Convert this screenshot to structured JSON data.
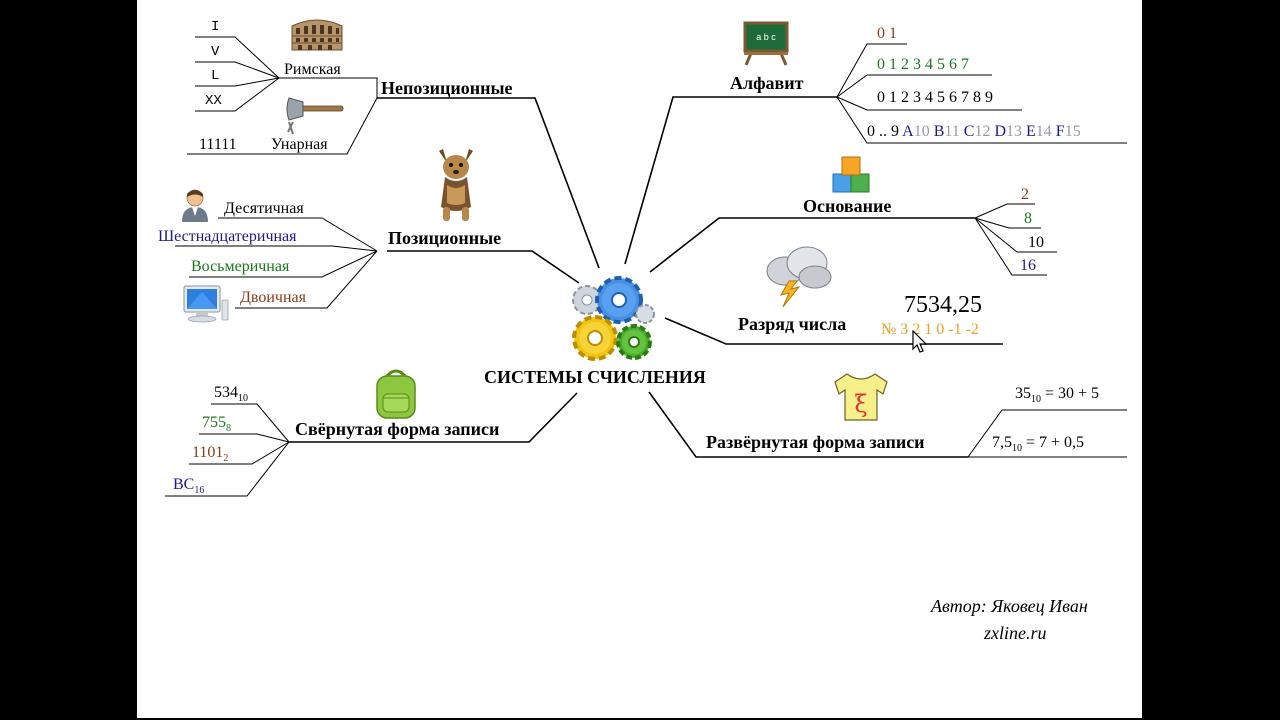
{
  "center": {
    "title": "СИСТЕМЫ СЧИСЛЕНИЯ",
    "icon": "gears-icon"
  },
  "nonpositional": {
    "label": "Непозиционные",
    "roman": {
      "label": "Римская",
      "items": [
        "I",
        "V",
        "L",
        "XX"
      ],
      "icon": "colosseum-icon"
    },
    "unary": {
      "label": "Унарная",
      "value": "11111",
      "icon": "axe-icon"
    }
  },
  "positional": {
    "label": "Позиционные",
    "icon": "dog-icon",
    "items": [
      {
        "label": "Десятичная",
        "color": "#000000",
        "icon": "user-icon"
      },
      {
        "label": "Шестнадцатеричная",
        "color": "#1a1a8c"
      },
      {
        "label": "Восьмеричная",
        "color": "#1a7a1a"
      },
      {
        "label": "Двоичная",
        "color": "#8b3a1a",
        "icon": "computer-icon"
      }
    ]
  },
  "collapsed": {
    "label": "Свёрнутая форма записи",
    "icon": "backpack-icon",
    "items": [
      {
        "num": "534",
        "base": "10",
        "color": "#000000"
      },
      {
        "num": "755",
        "base": "8",
        "color": "#1a7a1a"
      },
      {
        "num": "1101",
        "base": "2",
        "color": "#8b3a1a"
      },
      {
        "num": "BC",
        "base": "16",
        "color": "#1a1a8c"
      }
    ]
  },
  "alphabet": {
    "label": "Алфавит",
    "icon": "chalkboard-icon",
    "board_text": "a b c",
    "binary": "0 1",
    "octal": "0 1 2 3 4 5 6 7",
    "decimal": "0 1 2 3 4 5 6 7 8 9",
    "hex": [
      "0 .. 9 ",
      "A",
      "10 ",
      "B",
      "11 ",
      "C",
      "12 ",
      "D",
      "13 ",
      "E",
      "14 ",
      "F",
      "15"
    ]
  },
  "base": {
    "label": "Основание",
    "icon": "blocks-icon",
    "items": [
      {
        "value": "2",
        "color": "#8b3a1a"
      },
      {
        "value": "8",
        "color": "#1a7a1a"
      },
      {
        "value": "10",
        "color": "#000000"
      },
      {
        "value": "16",
        "color": "#1a1a8c"
      }
    ]
  },
  "digit": {
    "label": "Разряд числа",
    "icon": "storm-cloud-icon",
    "number": "7534,25",
    "positions": "№ 3 2 1 0 -1 -2"
  },
  "expanded": {
    "label": "Развёрнутая форма записи",
    "icon": "tshirt-icon",
    "tshirt_symbol": "ξ",
    "items": [
      {
        "lhs": "35",
        "base": "10",
        "rhs": " = 30 + 5"
      },
      {
        "lhs": "7,5",
        "base": "10",
        "rhs": " = 7 + 0,5"
      }
    ]
  },
  "author": {
    "line1": "Автор: Яковец Иван",
    "line2": "zxline.ru"
  },
  "colors": {
    "brown": "#8b3a1a",
    "green": "#1a7a1a",
    "blue": "#1a1a8c",
    "gray": "#9a9aa6",
    "orange": "#e8a020"
  }
}
